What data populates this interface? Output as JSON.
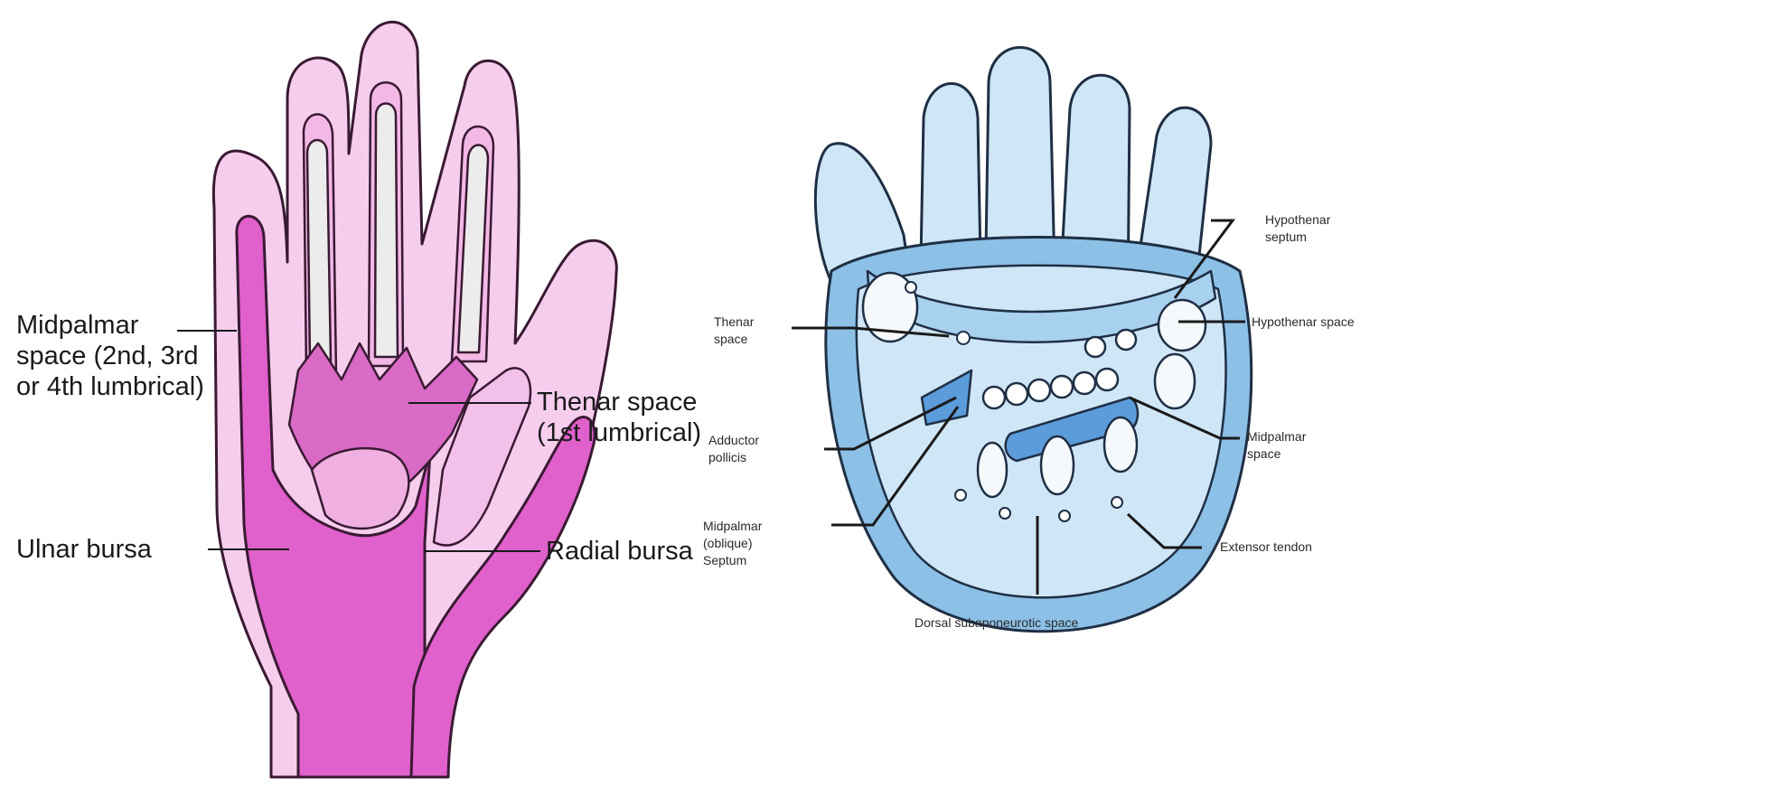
{
  "left_figure": {
    "labels": {
      "midpalmar": [
        "Midpalmar",
        "space (2nd, 3rd",
        "or 4th lumbrical)"
      ],
      "thenar": [
        "Thenar space",
        "(1st lumbrical)"
      ],
      "ulnar_bursa": "Ulnar bursa",
      "radial_bursa": "Radial bursa"
    }
  },
  "right_figure": {
    "labels": {
      "hypothenar_septum": [
        "Hypothenar",
        "septum"
      ],
      "hypothenar_space": "Hypothenar space",
      "thenar_space": [
        "Thenar",
        "space"
      ],
      "adductor_pollicis": [
        "Adductor",
        "pollicis"
      ],
      "midpalmar_oblique_septum": [
        "Midpalmar",
        "(oblique)",
        "Septum"
      ],
      "midpalmar_space": [
        "Midpalmar",
        "space"
      ],
      "extensor_tendon": "Extensor tendon",
      "dorsal_subaponeurotic_space": "Dorsal subaponeurotic space"
    }
  },
  "colors": {
    "skin_pink": "#f7cdee",
    "bursa_magenta": "#e060cc",
    "tendon_gray": "#ececec",
    "hand_blue": "#cfe6f6",
    "fascia_blue": "#8dc0e6",
    "space_blue": "#5c9cdb"
  }
}
